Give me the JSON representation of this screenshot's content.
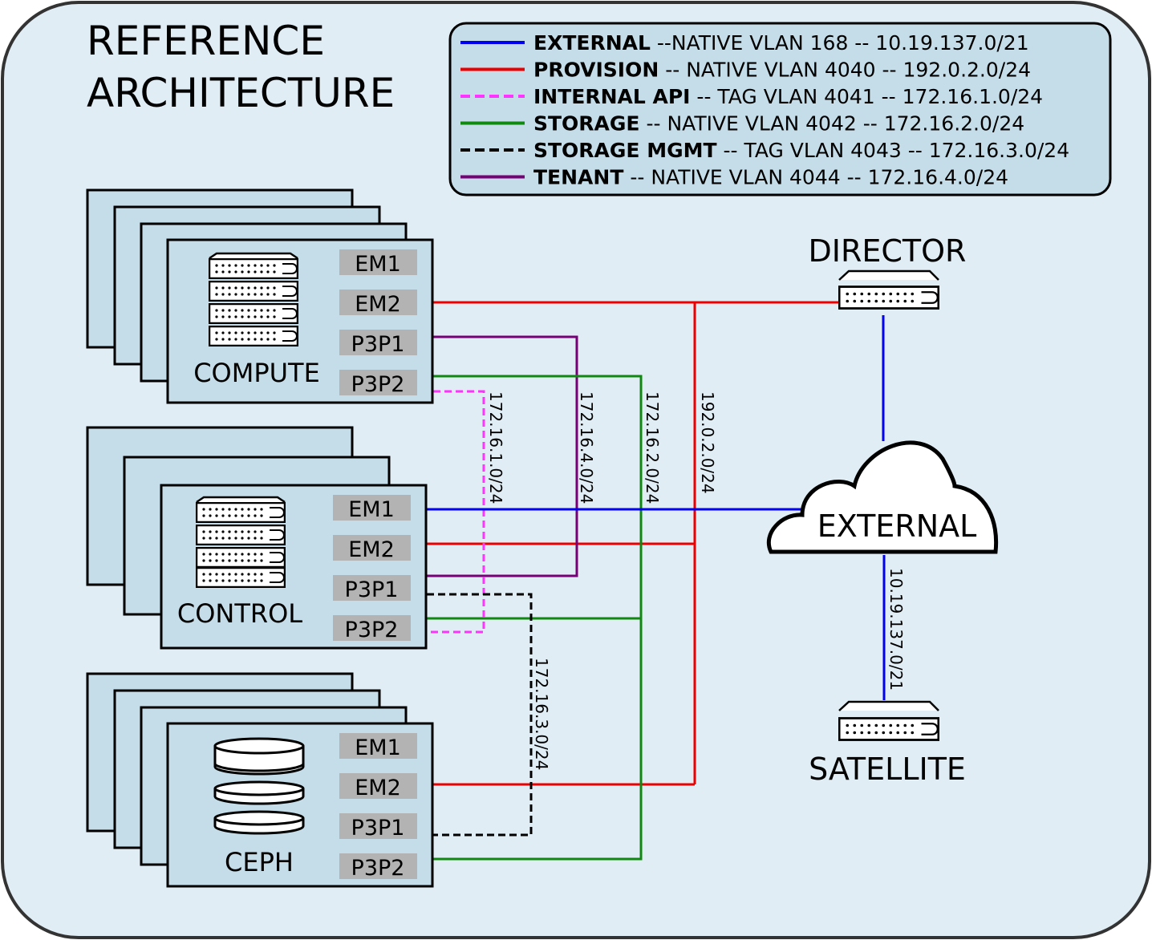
{
  "title": {
    "line1": "REFERENCE",
    "line2": "ARCHITECTURE"
  },
  "colors": {
    "background": "#e0edf4",
    "box": "#c4dde9",
    "port": "#b3b3b3",
    "external": "#0000ee",
    "provision": "#ee0000",
    "internal_api": "#ff33ff",
    "storage": "#118811",
    "storage_mgmt": "#000000",
    "tenant": "#770077"
  },
  "legend": [
    {
      "key": "external",
      "bold": "EXTERNAL",
      "rest": " --NATIVE VLAN 168 -- 10.19.137.0/21",
      "color": "#0000ee",
      "dashed": false
    },
    {
      "key": "provision",
      "bold": "PROVISION",
      "rest": " -- NATIVE VLAN 4040 --  192.0.2.0/24",
      "color": "#ee0000",
      "dashed": false
    },
    {
      "key": "internal_api",
      "bold": "INTERNAL API",
      "rest": " -- TAG VLAN 4041 -- 172.16.1.0/24",
      "color": "#ff33ff",
      "dashed": true
    },
    {
      "key": "storage",
      "bold": "STORAGE",
      "rest": " -- NATIVE VLAN 4042 -- 172.16.2.0/24",
      "color": "#118811",
      "dashed": false
    },
    {
      "key": "storage_mgmt",
      "bold": "STORAGE MGMT",
      "rest": " -- TAG VLAN 4043 -- 172.16.3.0/24",
      "color": "#000000",
      "dashed": true
    },
    {
      "key": "tenant",
      "bold": "TENANT",
      "rest": " -- NATIVE VLAN 4044 -- 172.16.4.0/24",
      "color": "#770077",
      "dashed": false
    }
  ],
  "nodes": {
    "compute": {
      "label": "COMPUTE",
      "ports": [
        "EM1",
        "EM2",
        "P3P1",
        "P3P2"
      ]
    },
    "control": {
      "label": "CONTROL",
      "ports": [
        "EM1",
        "EM2",
        "P3P1",
        "P3P2"
      ]
    },
    "ceph": {
      "label": "CEPH",
      "ports": [
        "EM1",
        "EM2",
        "P3P1",
        "P3P2"
      ]
    },
    "director": {
      "label": "DIRECTOR"
    },
    "external": {
      "label": "EXTERNAL"
    },
    "satellite": {
      "label": "SATELLITE"
    }
  },
  "line_labels": {
    "internal_api": "172.16.1.0/24",
    "tenant": "172.16.4.0/24",
    "storage": "172.16.2.0/24",
    "provision": "192.0.2.0/24",
    "storage_mgmt": "172.16.3.0/24",
    "external": "10.19.137.0/21"
  }
}
